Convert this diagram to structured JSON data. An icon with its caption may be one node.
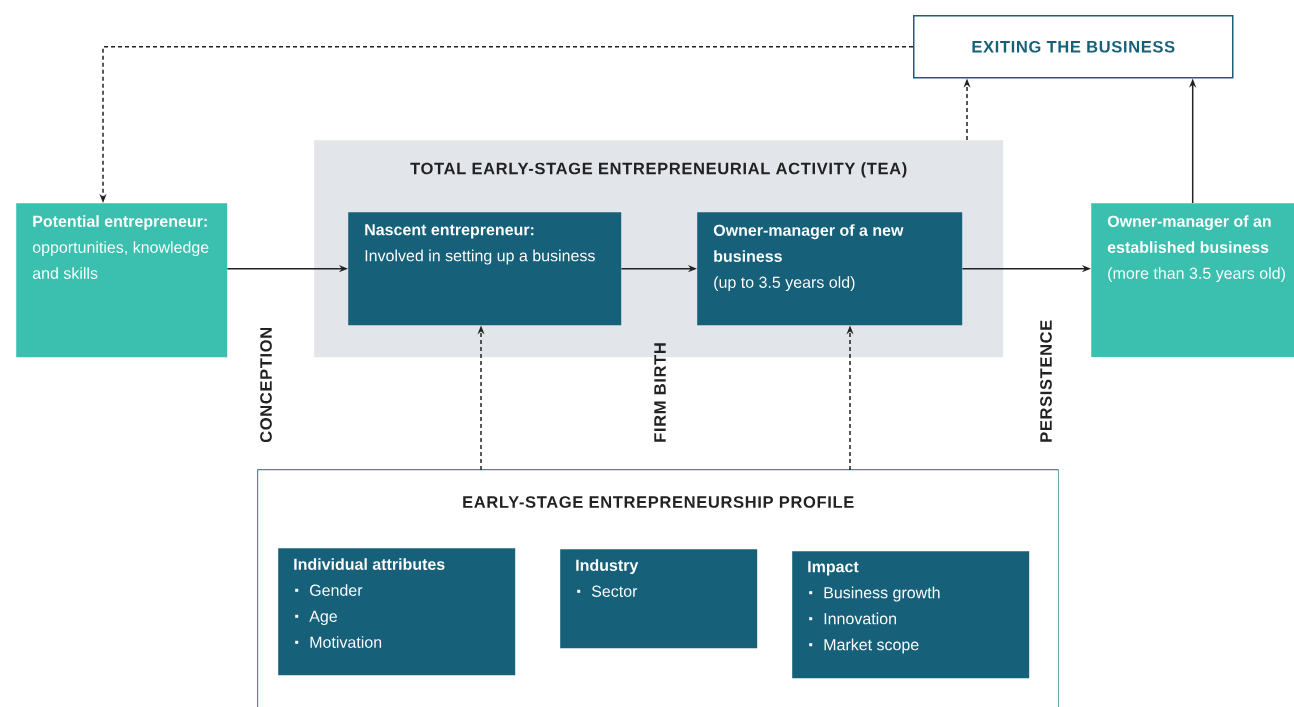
{
  "diagram": {
    "nodes": [
      {
        "text": [
          "EXITING THE BUSINESS"
        ]
      },
      {
        "text": [
          "TOTAL EARLY-STAGE ENTREPRENEURIAL ACTIVITY (TEA)"
        ]
      },
      {
        "text": [
          "Potential entrepreneur:",
          "opportunities, knowledge and skills"
        ]
      },
      {
        "text": [
          "Nascent entrepreneur:",
          "Involved in setting up a business"
        ],
        "in": 1
      },
      {
        "text": [
          "Owner-manager of a new business",
          "(up to 3.5 years old)"
        ],
        "in": 1
      },
      {
        "text": [
          "**Owner-manager of an established business** (more than 3.5 years old)"
        ]
      },
      {
        "text": [
          "EARLY-STAGE ENTREPRENEURSHIP PROFILE"
        ]
      },
      {
        "text": [
          "Individual attributes",
          "Gender",
          "Age",
          "Motivation"
        ],
        "in": 6
      },
      {
        "text": [
          "Industry",
          "Sector"
        ],
        "in": 6
      },
      {
        "text": [
          "Impact",
          "Business growth",
          "Innovation",
          "Market scope"
        ],
        "in": 6
      }
    ],
    "edges": [
      {
        "from": 0,
        "to": 2,
        "arrow": "to",
        "style": "dashed"
      },
      {
        "from": 2,
        "to": 3,
        "arrow": "to"
      },
      {
        "from": 3,
        "to": 4,
        "arrow": "to"
      },
      {
        "from": 4,
        "to": 5,
        "arrow": "to"
      },
      {
        "from": 1,
        "to": 0,
        "arrow": "to",
        "style": "dashed"
      },
      {
        "from": 5,
        "to": 0,
        "arrow": "to"
      },
      {
        "from": 6,
        "to": 3,
        "arrow": "to",
        "style": "dashed"
      },
      {
        "from": 6,
        "to": 4,
        "arrow": "to",
        "style": "dashed"
      }
    ],
    "labels": [
      "CONCEPTION",
      "FIRM BIRTH",
      "PERSISTENCE"
    ]
  }
}
